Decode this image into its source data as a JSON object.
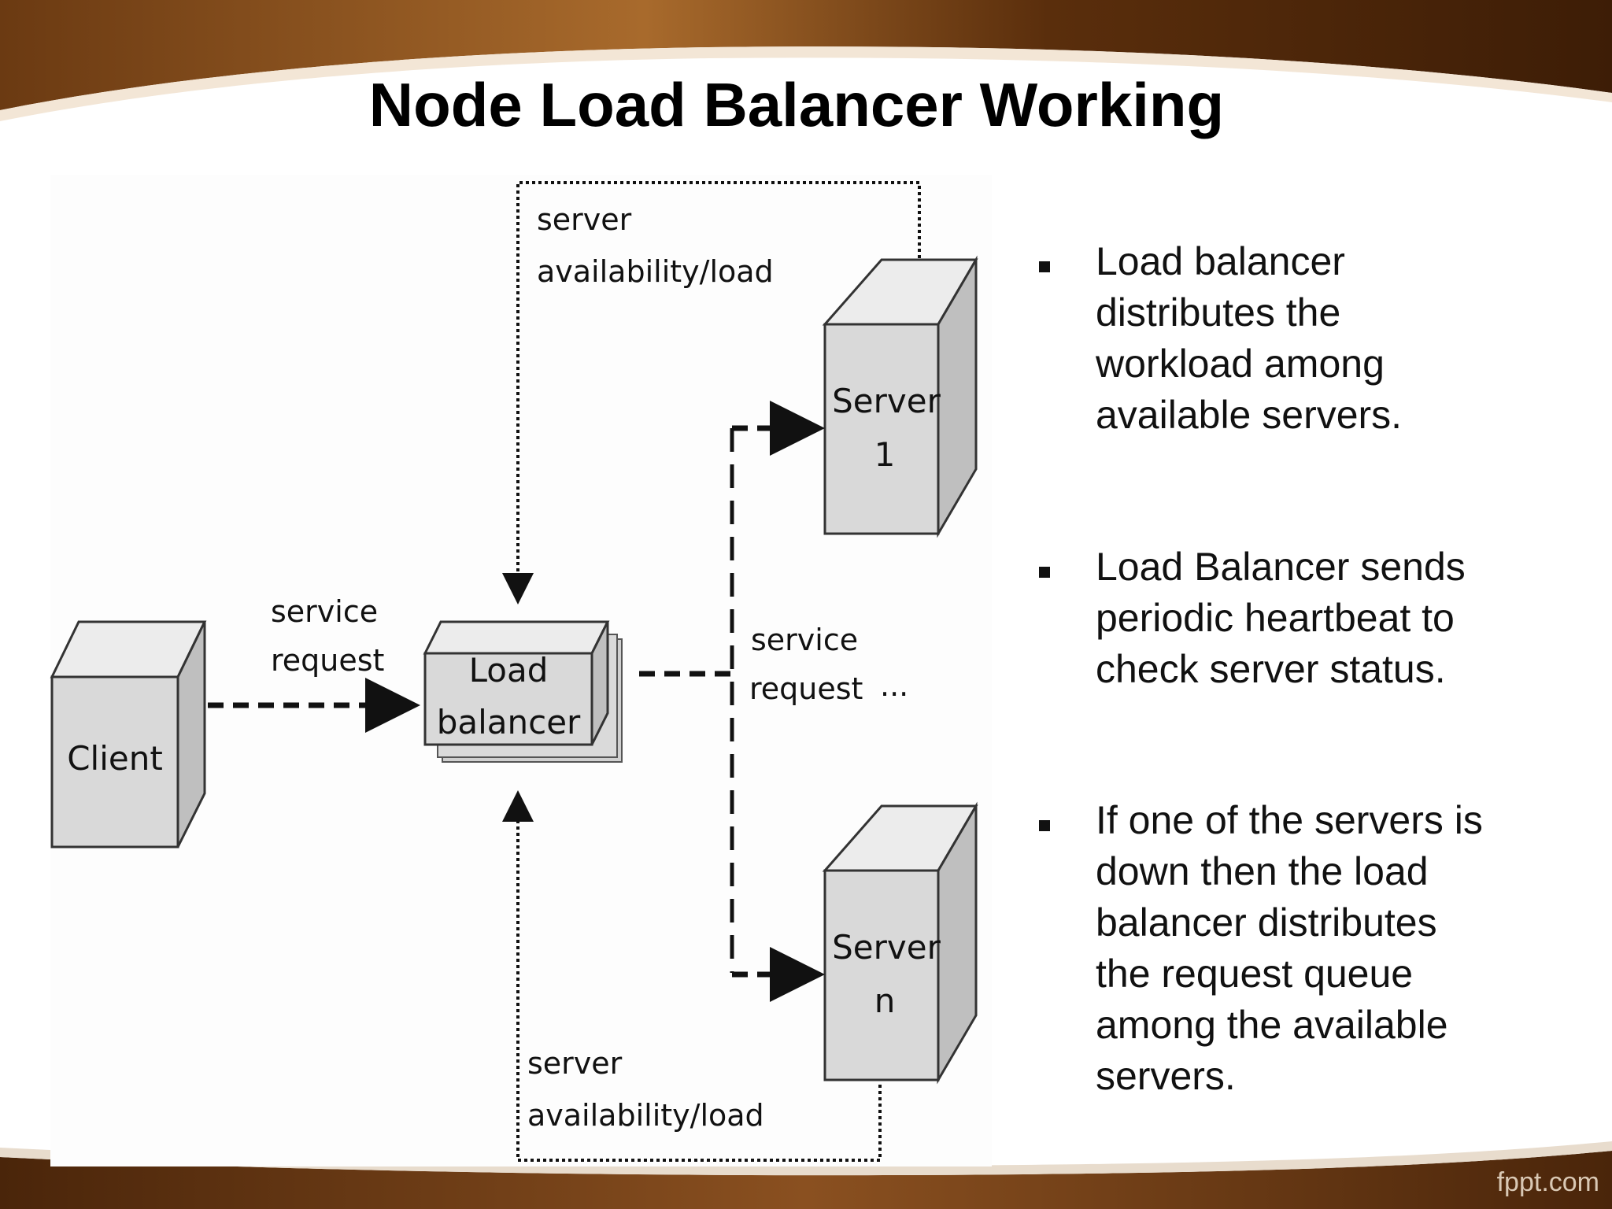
{
  "slide": {
    "title": "Node Load Balancer Working",
    "footer_brand": "fppt.com",
    "colors": {
      "banner": "#5a2e0c",
      "banner_light": "#9a5a22",
      "box_face": "#d9d9d9",
      "box_side": "#bfbfbf"
    }
  },
  "diagram": {
    "client_label": "Client",
    "load_balancer_label": [
      "Load",
      "balancer"
    ],
    "server1_label": [
      "Server",
      "1"
    ],
    "servern_label": [
      "Server",
      "n"
    ],
    "client_request_label": [
      "service",
      "request"
    ],
    "server_request_label": [
      "service",
      "request"
    ],
    "ellipsis": "...",
    "top_feedback_label": [
      "server",
      "availability/load"
    ],
    "bottom_feedback_label": [
      "server",
      "availability/load"
    ]
  },
  "bullets": [
    {
      "lines": [
        "Load balancer",
        "distributes the",
        "workload among",
        "available servers."
      ]
    },
    {
      "lines": [
        "Load Balancer sends",
        "periodic heartbeat to",
        "check server status."
      ]
    },
    {
      "lines": [
        "If one of the servers is",
        "down then the load",
        "balancer distributes",
        "the request queue",
        "among the available",
        "servers."
      ]
    }
  ]
}
